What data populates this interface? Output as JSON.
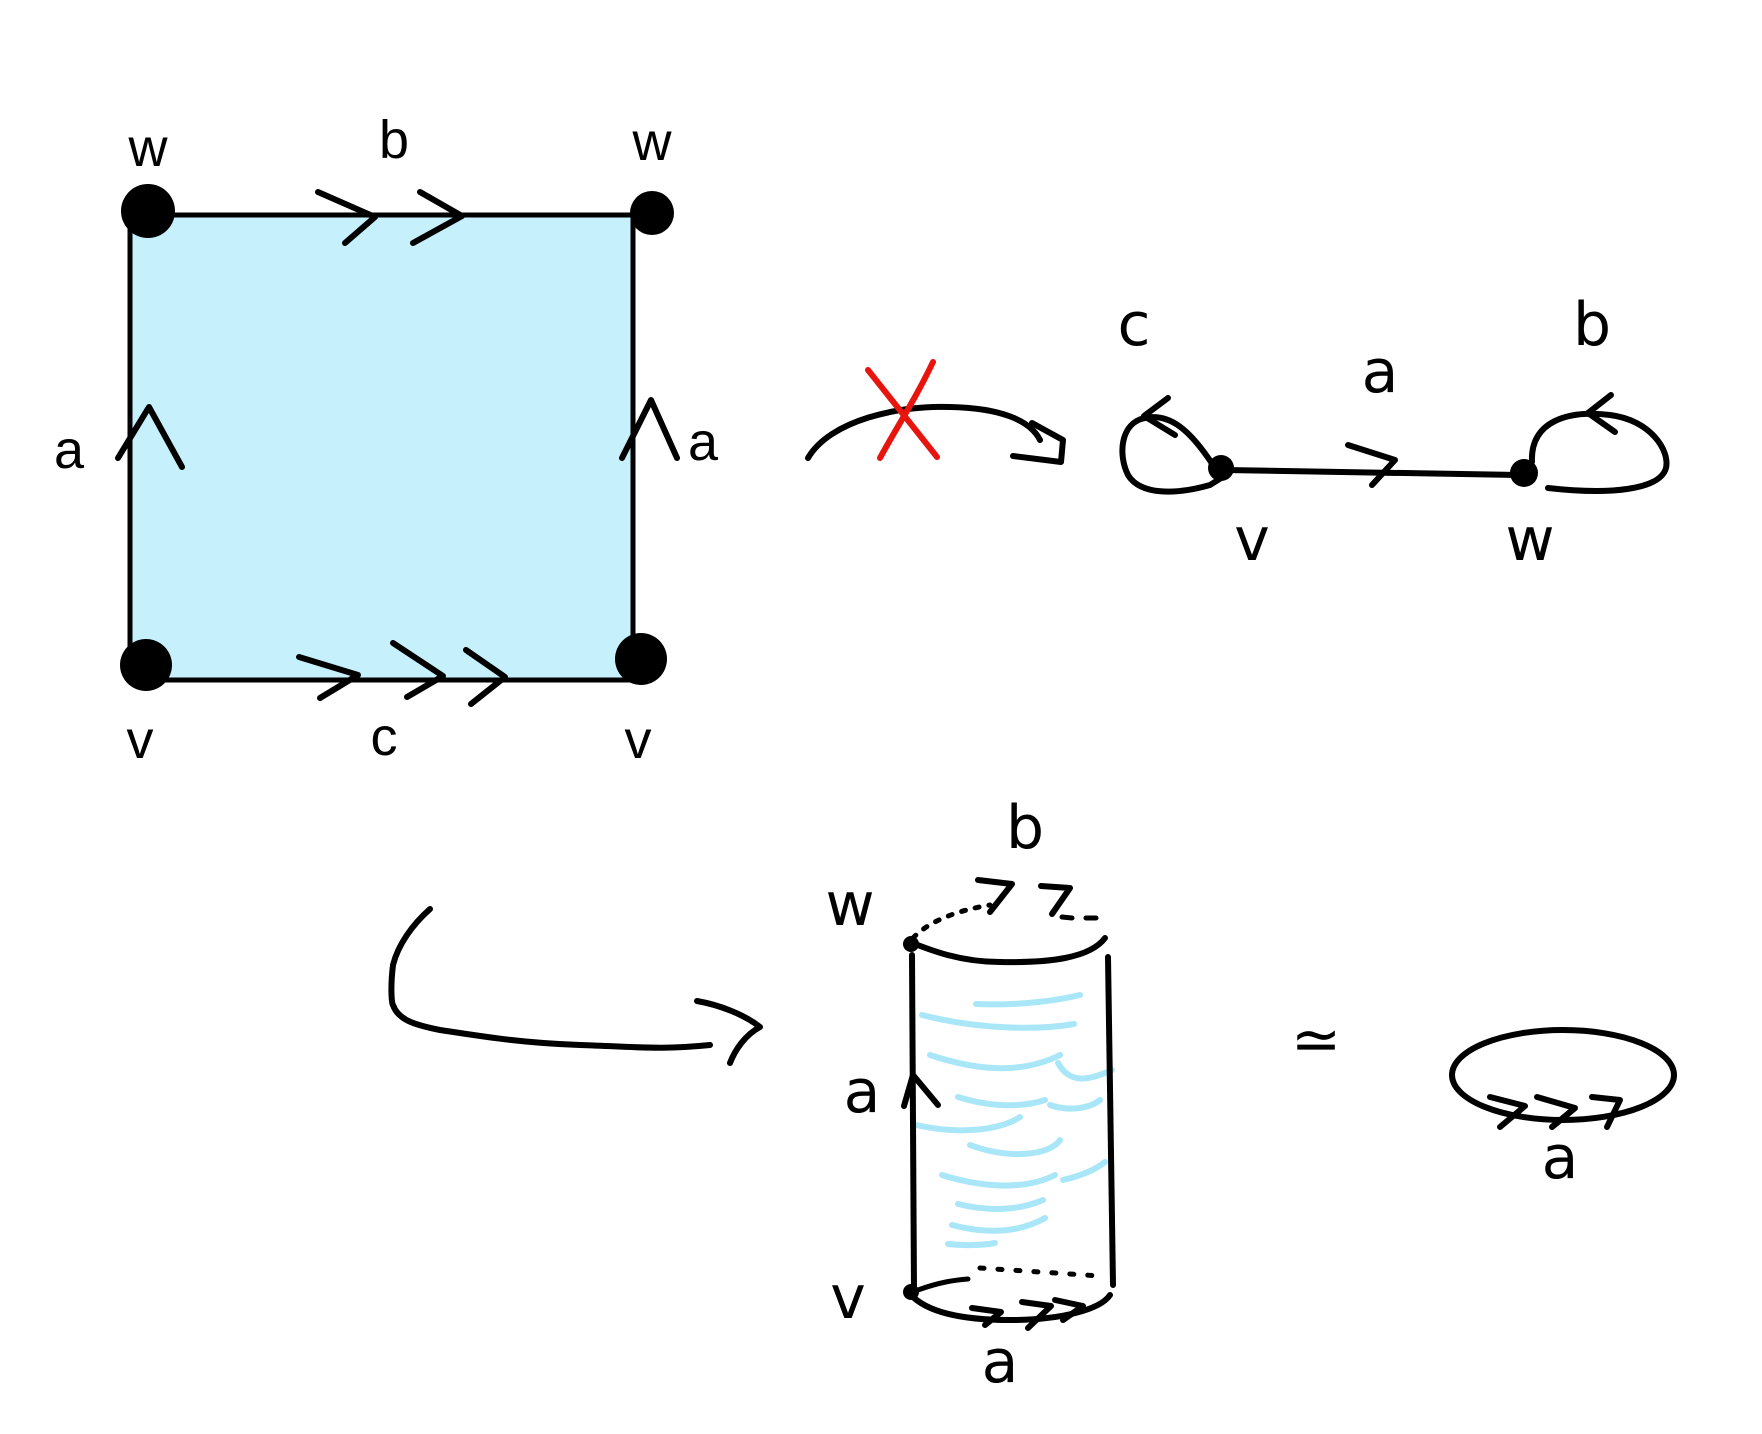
{
  "square": {
    "fill_color": "#c6f0fc",
    "corner_top_left": "w",
    "corner_top_right": "w",
    "corner_bottom_left": "v",
    "corner_bottom_right": "v",
    "top_edge": "b",
    "bottom_edge": "c",
    "left_edge": "a",
    "right_edge": "a"
  },
  "quotient_graph": {
    "loop_left": "c",
    "loop_right": "b",
    "middle_edge": "a",
    "vertex_left": "v",
    "vertex_right": "w"
  },
  "cylinder": {
    "top_loop": "b",
    "top_vertex": "w",
    "side_edge": "a",
    "bottom_vertex": "v",
    "bottom_loop": "a",
    "hatch_color": "#a9e6f7"
  },
  "equivalence_symbol": "≃",
  "circle": {
    "loop_label": "a"
  },
  "cross_color": "#e8150f"
}
